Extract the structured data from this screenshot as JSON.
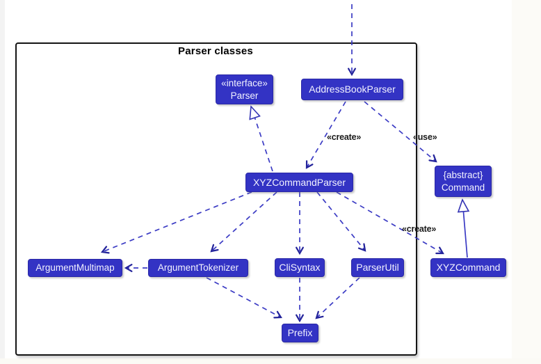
{
  "frame": {
    "title": "Parser classes"
  },
  "colors": {
    "node_fill": "#3333C4",
    "node_text": "#FFFFFF",
    "edge_line": "#3B3BC4",
    "arrowhead": "#23239A",
    "frame_border": "#141414",
    "label_text": "#1A1A1A"
  },
  "nodes": {
    "parser": {
      "stereotype": "«interface»",
      "name": "Parser"
    },
    "address_book_parser": {
      "name": "AddressBookParser"
    },
    "xyz_command_parser": {
      "name": "XYZCommandParser"
    },
    "argument_multimap": {
      "name": "ArgumentMultimap"
    },
    "argument_tokenizer": {
      "name": "ArgumentTokenizer"
    },
    "cli_syntax": {
      "name": "CliSyntax"
    },
    "parser_util": {
      "name": "ParserUtil"
    },
    "prefix": {
      "name": "Prefix"
    },
    "command": {
      "stereotype": "{abstract}",
      "name": "Command"
    },
    "xyz_command": {
      "name": "XYZCommand"
    }
  },
  "edge_labels": {
    "create_top": "«create»",
    "use": "«use»",
    "create_bottom": "«create»"
  },
  "edges": [
    {
      "from": "(external)",
      "to": "AddressBookParser",
      "type": "dependency-dashed",
      "label": ""
    },
    {
      "from": "AddressBookParser",
      "to": "XYZCommandParser",
      "type": "dependency-dashed",
      "label": "«create»"
    },
    {
      "from": "AddressBookParser",
      "to": "Command",
      "type": "dependency-dashed",
      "label": "«use»"
    },
    {
      "from": "XYZCommandParser",
      "to": "Parser",
      "type": "realization-dashed-hollow-triangle",
      "label": ""
    },
    {
      "from": "XYZCommandParser",
      "to": "ArgumentMultimap",
      "type": "dependency-dashed",
      "label": ""
    },
    {
      "from": "XYZCommandParser",
      "to": "ArgumentTokenizer",
      "type": "dependency-dashed",
      "label": ""
    },
    {
      "from": "XYZCommandParser",
      "to": "CliSyntax",
      "type": "dependency-dashed",
      "label": ""
    },
    {
      "from": "XYZCommandParser",
      "to": "ParserUtil",
      "type": "dependency-dashed",
      "label": ""
    },
    {
      "from": "XYZCommandParser",
      "to": "XYZCommand",
      "type": "dependency-dashed",
      "label": "«create»"
    },
    {
      "from": "ArgumentTokenizer",
      "to": "ArgumentMultimap",
      "type": "dependency-dashed",
      "label": ""
    },
    {
      "from": "ArgumentTokenizer",
      "to": "Prefix",
      "type": "dependency-dashed",
      "label": ""
    },
    {
      "from": "CliSyntax",
      "to": "Prefix",
      "type": "dependency-dashed",
      "label": ""
    },
    {
      "from": "ParserUtil",
      "to": "Prefix",
      "type": "dependency-dashed",
      "label": ""
    },
    {
      "from": "XYZCommand",
      "to": "Command",
      "type": "inheritance-solid-hollow-triangle",
      "label": ""
    }
  ]
}
